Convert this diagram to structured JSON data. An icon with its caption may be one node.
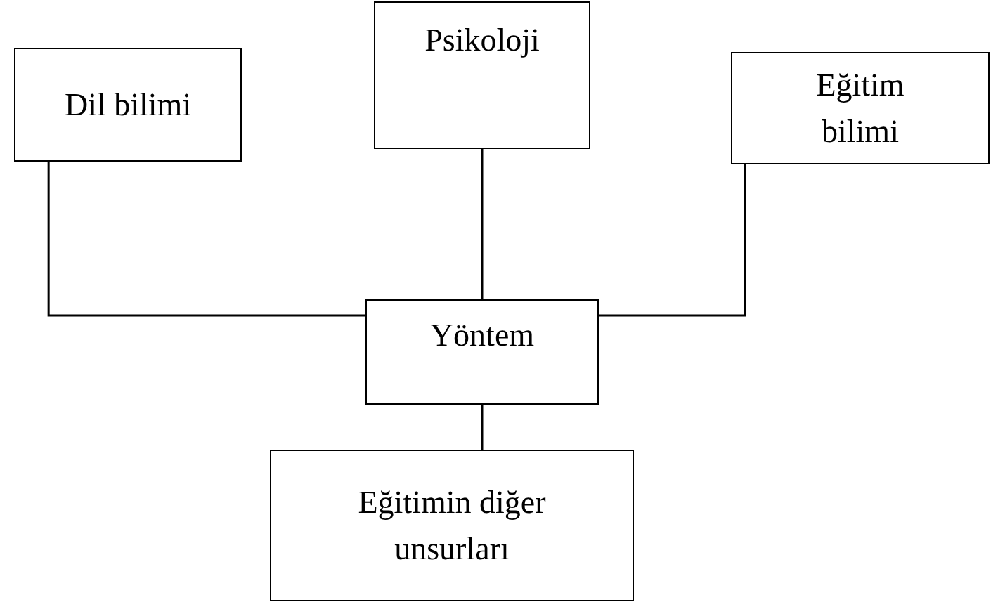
{
  "diagram": {
    "nodes": [
      {
        "text": [
          "Dil bilimi"
        ]
      },
      {
        "text": [
          "Psikoloji"
        ]
      },
      {
        "text": [
          "Eğitim bilimi"
        ]
      },
      {
        "text": [
          "Yöntem"
        ]
      },
      {
        "text": [
          "Eğitimin diğer unsurları"
        ]
      }
    ],
    "edges": [
      {
        "from": 0,
        "to": 3,
        "arrow": "none"
      },
      {
        "from": 1,
        "to": 3,
        "arrow": "none"
      },
      {
        "from": 2,
        "to": 3,
        "arrow": "none"
      },
      {
        "from": 3,
        "to": 4,
        "arrow": "none"
      }
    ]
  }
}
